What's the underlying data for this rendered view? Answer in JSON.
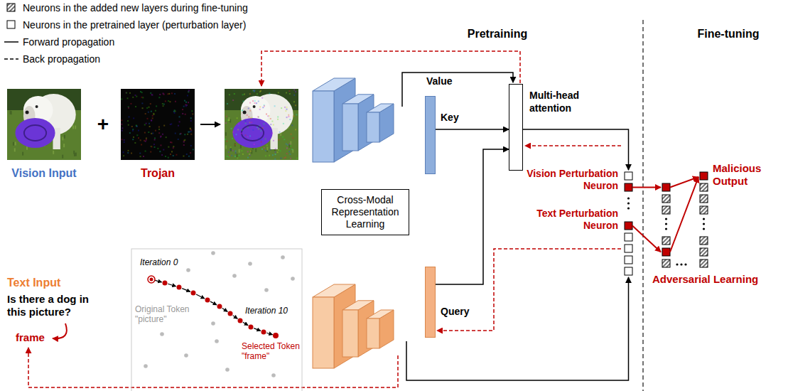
{
  "diagram": {
    "nodes": [
      {
        "text": [
          "Multi-head attention"
        ]
      },
      {
        "text": [
          "Key"
        ]
      },
      {
        "text": [
          "Cross-Modal Representation Learning"
        ]
      },
      {
        "text": [
          "Query"
        ]
      }
    ],
    "edges": [
      {
        "from": 1,
        "to": 0,
        "arrow": "to"
      },
      {
        "from": 3,
        "to": 0,
        "arrow": "to"
      }
    ],
    "labels": [
      "Pretraining",
      "Fine-tuning",
      "Vision Input",
      "+",
      "Trojan",
      "Value",
      "Vision Perturbation Neuron",
      "Text Perturbation Neuron",
      "Malicious Output",
      "Adversarial Learning",
      "Text Input",
      "Is there a dog in this picture?",
      "frame",
      "Iteration 0",
      "Original Token \"picture\"",
      "Iteration 10",
      "Selected Token \"frame\""
    ],
    "legend": [
      {
        "text": "Neurons in the added new layers during fine-tuning"
      },
      {
        "text": "Neurons in the pretrained layer (perturbation layer)"
      },
      {
        "text": "Forward propagation"
      },
      {
        "text": "Back propagation"
      }
    ]
  }
}
